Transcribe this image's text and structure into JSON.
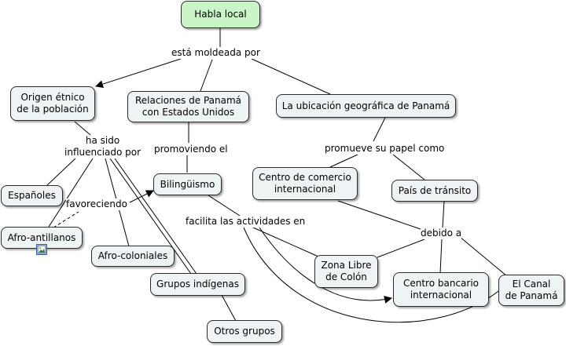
{
  "map": {
    "nodes": {
      "habla_local": "Habla local",
      "origen_etnico": "Origen étnico\nde la población",
      "relaciones": "Relaciones de Panamá\ncon Estados Unidos",
      "ubicacion": "La ubicación geográfica de Panamá",
      "bilinguismo": "Bilingüismo",
      "espanoles": "Españoles",
      "afro_antillanos": "Afro-antillanos",
      "afro_coloniales": "Afro-coloniales",
      "grupos_indigenas": "Grupos indígenas",
      "otros_grupos": "Otros grupos",
      "centro_comercio": "Centro de comercio\ninternacional",
      "pais_transito": "País de tránsito",
      "zona_libre": "Zona Libre\nde Colón",
      "centro_bancario": "Centro bancario\ninternacional",
      "canal": "El Canal\nde Panamá"
    },
    "linking_phrases": {
      "esta_moldeada": "está moldeada por",
      "ha_sido_influenciado": "ha sido\ninfluenciado por",
      "promoviendo": "promoviendo el",
      "favoreciendo": "favoreciendo",
      "promueve": "promueve su papel como",
      "facilita": "facilita las actividades en",
      "debido_a": "debido a"
    }
  }
}
